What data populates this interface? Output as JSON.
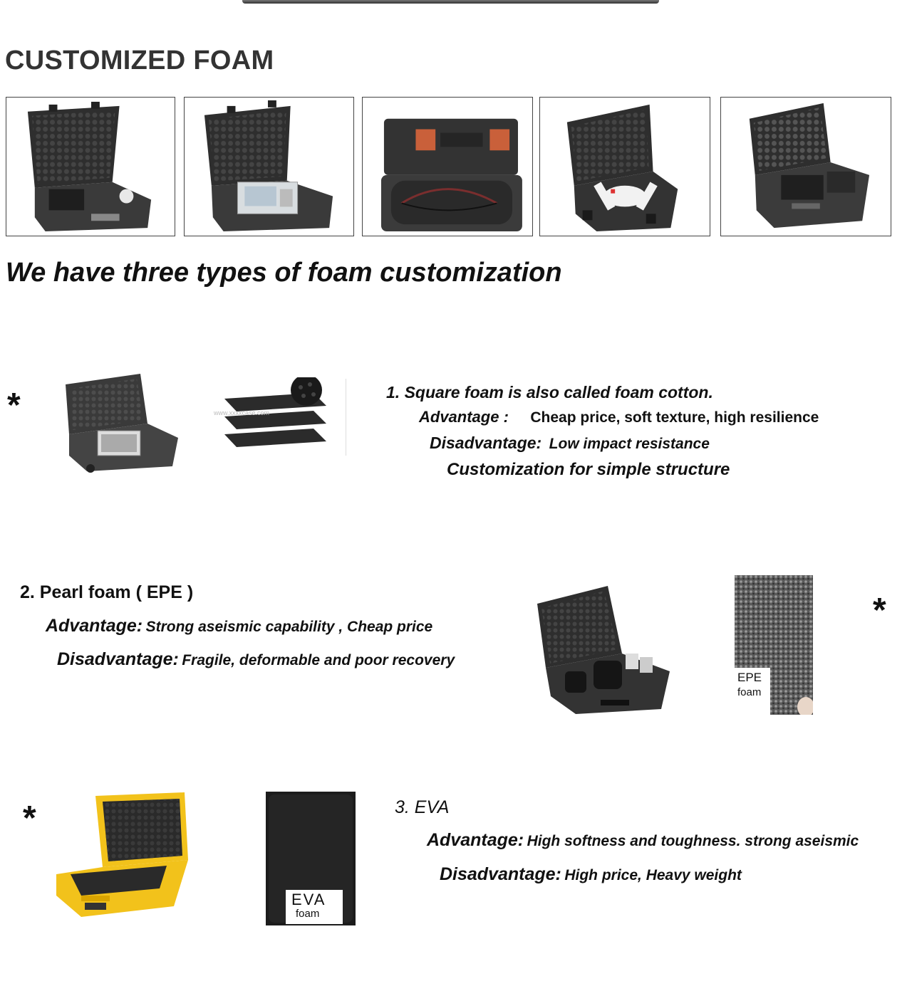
{
  "title": "CUSTOMIZED FOAM",
  "subtitle": "We have three types of foam customization",
  "gallery": [
    {
      "icon": "open-case-with-tools-image"
    },
    {
      "icon": "open-case-with-device-image"
    },
    {
      "icon": "long-case-with-bow-image"
    },
    {
      "icon": "open-case-with-drone-image"
    },
    {
      "icon": "open-case-with-camera-image"
    }
  ],
  "foam_types": [
    {
      "marker": "*",
      "heading": "1. Square foam is also called foam  cotton.",
      "advantage_label": "Advantage :",
      "advantage_text": "Cheap price, soft texture, high resilience",
      "disadvantage_label": "Disadvantage:",
      "disadvantage_text": "Low impact resistance",
      "note": "Customization for simple structure",
      "watermark": "www.xxxxcase.com"
    },
    {
      "marker": "*",
      "heading": "2. Pearl  foam ( EPE )",
      "advantage_label": "Advantage:",
      "advantage_text": "Strong aseismic capability ,  Cheap price",
      "disadvantage_label": "Disadvantage:",
      "disadvantage_text": "Fragile, deformable and poor recovery",
      "sample_label_1": "EPE",
      "sample_label_2": "foam"
    },
    {
      "marker": "*",
      "heading": "3. EVA",
      "advantage_label": "Advantage:",
      "advantage_text": "High softness and toughness. strong aseismic",
      "disadvantage_label": "Disadvantage:",
      "disadvantage_text": "High price, Heavy weight",
      "sample_label_1": "EVA",
      "sample_label_2": "foam"
    }
  ],
  "colors": {
    "case_black": "#2b2b2b",
    "case_yellow": "#f2c21b",
    "foam_grey": "#3a3a3a",
    "text": "#111111"
  }
}
